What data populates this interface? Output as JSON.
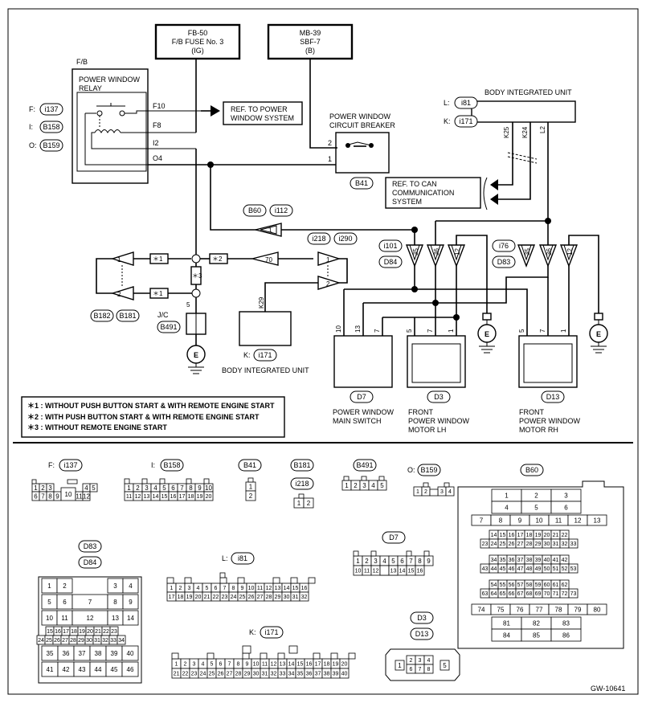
{
  "fb50": {
    "l1": "FB-50",
    "l2": "F/B FUSE No. 3",
    "l3": "(IG)"
  },
  "mb39": {
    "l1": "MB-39",
    "l2": "SBF-7",
    "l3": "(B)"
  },
  "fb_label": "F/B",
  "relay": {
    "l1": "POWER WINDOW",
    "l2": "RELAY"
  },
  "fb_pins": {
    "f10": "F10",
    "f8": "F8",
    "i2": "I2",
    "o4": "O4"
  },
  "conn_left": [
    {
      "prefix": "F:",
      "code": "i137"
    },
    {
      "prefix": "I:",
      "code": "B158"
    },
    {
      "prefix": "O:",
      "code": "B159"
    }
  ],
  "ref_power": {
    "l1": "REF. TO POWER",
    "l2": "WINDOW SYSTEM"
  },
  "breaker": {
    "l1": "POWER WINDOW",
    "l2": "CIRCUIT BREAKER",
    "code": "B41",
    "pin2": "2",
    "pin1": "1"
  },
  "biu_top": {
    "title": "BODY INTEGRATED UNIT",
    "l_prefix": "L:",
    "l_code": "i81",
    "k_prefix": "K:",
    "k_code": "i171",
    "k25": "K25",
    "k24": "K24",
    "l2": "L2"
  },
  "ref_can": {
    "l1": "REF. TO CAN",
    "l2": "COMMUNICATION",
    "l3": "SYSTEM"
  },
  "joint": {
    "c1": "B60",
    "c2": "i112",
    "pin1": "1",
    "pin70": "70",
    "c3": "i218",
    "c4": "i290"
  },
  "conn_mid": {
    "c1": "i101",
    "c2": "D84",
    "c3": "i76",
    "c4": "D83",
    "p35": "35",
    "p36": "36",
    "p12": "12"
  },
  "stars": {
    "s1": "＊1",
    "s2": "＊2",
    "s3": "＊3"
  },
  "jc": {
    "label": "J/C",
    "code": "B491",
    "c1": "B182",
    "c2": "B181",
    "pin5": "5",
    "p1": "1",
    "p2": "2"
  },
  "biu_bottom": {
    "k_prefix": "K:",
    "code": "i171",
    "title": "BODY INTEGRATED UNIT",
    "k29": "K29"
  },
  "d7": {
    "code": "D7",
    "l1": "POWER WINDOW",
    "l2": "MAIN SWITCH",
    "p10": "10",
    "p13": "13",
    "p7": "7"
  },
  "d3": {
    "code": "D3",
    "l1": "FRONT",
    "l2": "POWER WINDOW",
    "l3": "MOTOR LH",
    "p5": "5",
    "p7": "7",
    "p1": "1"
  },
  "d13": {
    "code": "D13",
    "l1": "FRONT",
    "l2": "POWER WINDOW",
    "l3": "MOTOR RH",
    "p5": "5",
    "p7": "7",
    "p1": "1"
  },
  "ground": "E",
  "notes": [
    "＊1  : WITHOUT PUSH BUTTON START & WITH REMOTE ENGINE START",
    "＊2  : WITH PUSH BUTTON START & WITH REMOTE ENGINE START",
    "＊3  : WITHOUT REMOTE ENGINE START"
  ],
  "connectors": {
    "f": {
      "prefix": "F:",
      "code": "i137"
    },
    "i": {
      "prefix": "I:",
      "code": "B158"
    },
    "b41": {
      "code": "B41"
    },
    "b181": {
      "code": "B181"
    },
    "i218": {
      "code": "i218"
    },
    "b491": {
      "code": "B491"
    },
    "o": {
      "prefix": "O:",
      "code": "B159"
    },
    "b60": {
      "code": "B60"
    },
    "d83": {
      "code": "D83"
    },
    "d84": {
      "code": "D84"
    },
    "l": {
      "prefix": "L:",
      "code": "i81"
    },
    "d7": {
      "code": "D7"
    },
    "k": {
      "prefix": "K:",
      "code": "i171"
    },
    "d3": {
      "code": "D3"
    },
    "d13": {
      "code": "D13"
    }
  },
  "footer_code": "GW-10641"
}
